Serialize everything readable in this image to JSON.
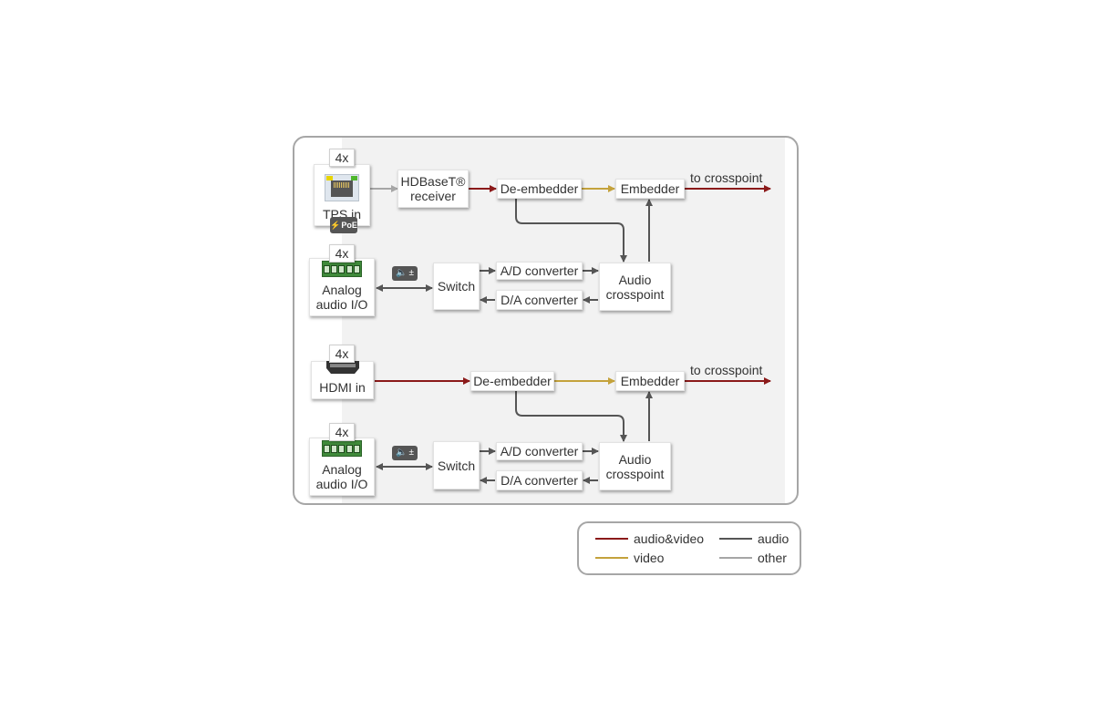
{
  "colors": {
    "audio_video": "#8b1a1a",
    "video": "#c4a23c",
    "audio": "#555555",
    "other": "#a6a6a6",
    "frame": "#a6a6a6"
  },
  "section_tps": {
    "count_badge": "4x",
    "port_label": "TPS in",
    "poe_label": "PoE",
    "receiver_label": "HDBaseT®\nreceiver",
    "deembedder_label": "De-embedder",
    "embedder_label": "Embedder",
    "output_label": "to crosspoint"
  },
  "section_analog_1": {
    "count_badge": "4x",
    "port_label": "Analog\naudio I/O",
    "volume_icon_text": "±",
    "switch_label": "Switch",
    "ad_label": "A/D converter",
    "da_label": "D/A converter",
    "crosspoint_label": "Audio\ncrosspoint"
  },
  "section_hdmi": {
    "count_badge": "4x",
    "port_label": "HDMI in",
    "deembedder_label": "De-embedder",
    "embedder_label": "Embedder",
    "output_label": "to crosspoint"
  },
  "section_analog_2": {
    "count_badge": "4x",
    "port_label": "Analog\naudio I/O",
    "volume_icon_text": "±",
    "switch_label": "Switch",
    "ad_label": "A/D converter",
    "da_label": "D/A converter",
    "crosspoint_label": "Audio\ncrosspoint"
  },
  "legend": {
    "items": [
      {
        "label": "audio&video",
        "color_key": "audio_video"
      },
      {
        "label": "audio",
        "color_key": "audio"
      },
      {
        "label": "video",
        "color_key": "video"
      },
      {
        "label": "other",
        "color_key": "other"
      }
    ]
  }
}
